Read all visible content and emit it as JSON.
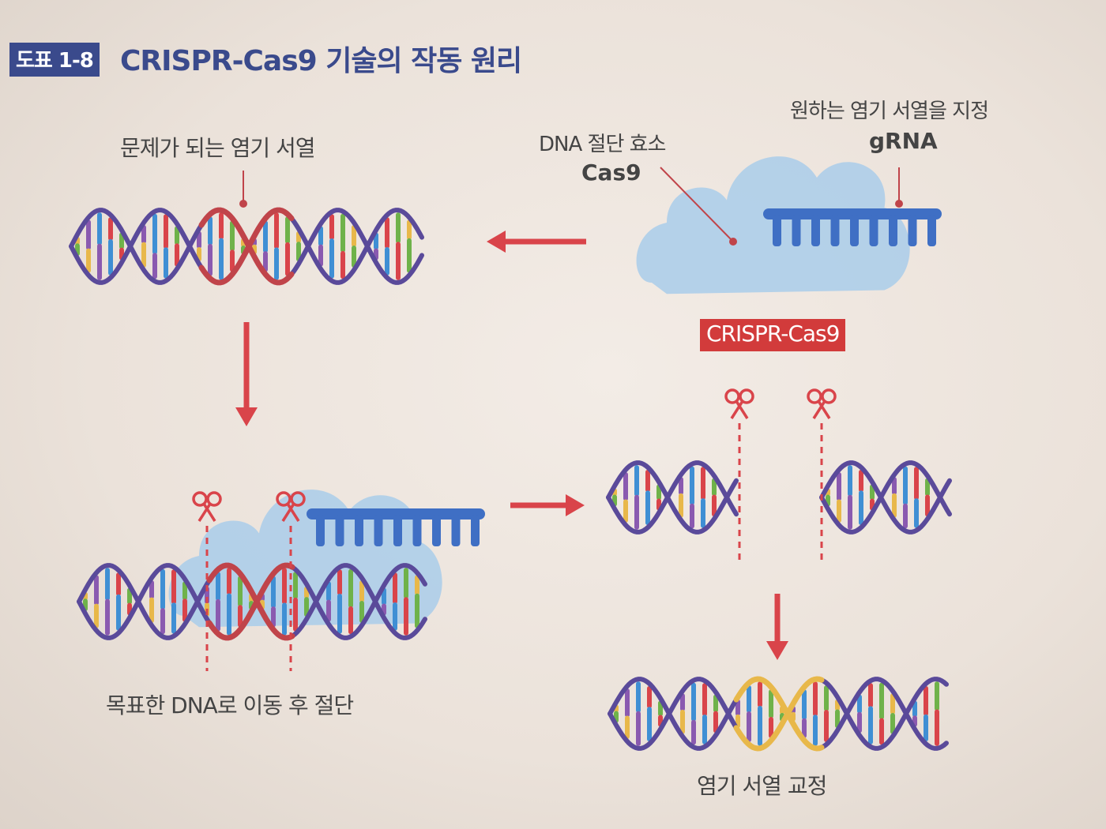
{
  "figure": {
    "badge": "도표 1-8",
    "title": "CRISPR-Cas9 기술의 작동 원리"
  },
  "labels": {
    "problem_sequence": "문제가 되는 염기 서열",
    "cas9_desc": "DNA 절단 효소",
    "cas9": "Cas9",
    "grna_desc": "원하는 염기 서열을 지정",
    "grna": "gRNA",
    "complex": "CRISPR-Cas9",
    "move_and_cut": "목표한 DNA로 이동 후 절단",
    "correction": "염기 서열 교정"
  },
  "colors": {
    "strand": "#5a4a9a",
    "target_strand": "#c0444a",
    "edited_strand": "#e8b84a",
    "cloud": "#a9cdea",
    "grna": "#3f6fc4",
    "arrow": "#d9444a",
    "scissors": "#d9444a"
  }
}
